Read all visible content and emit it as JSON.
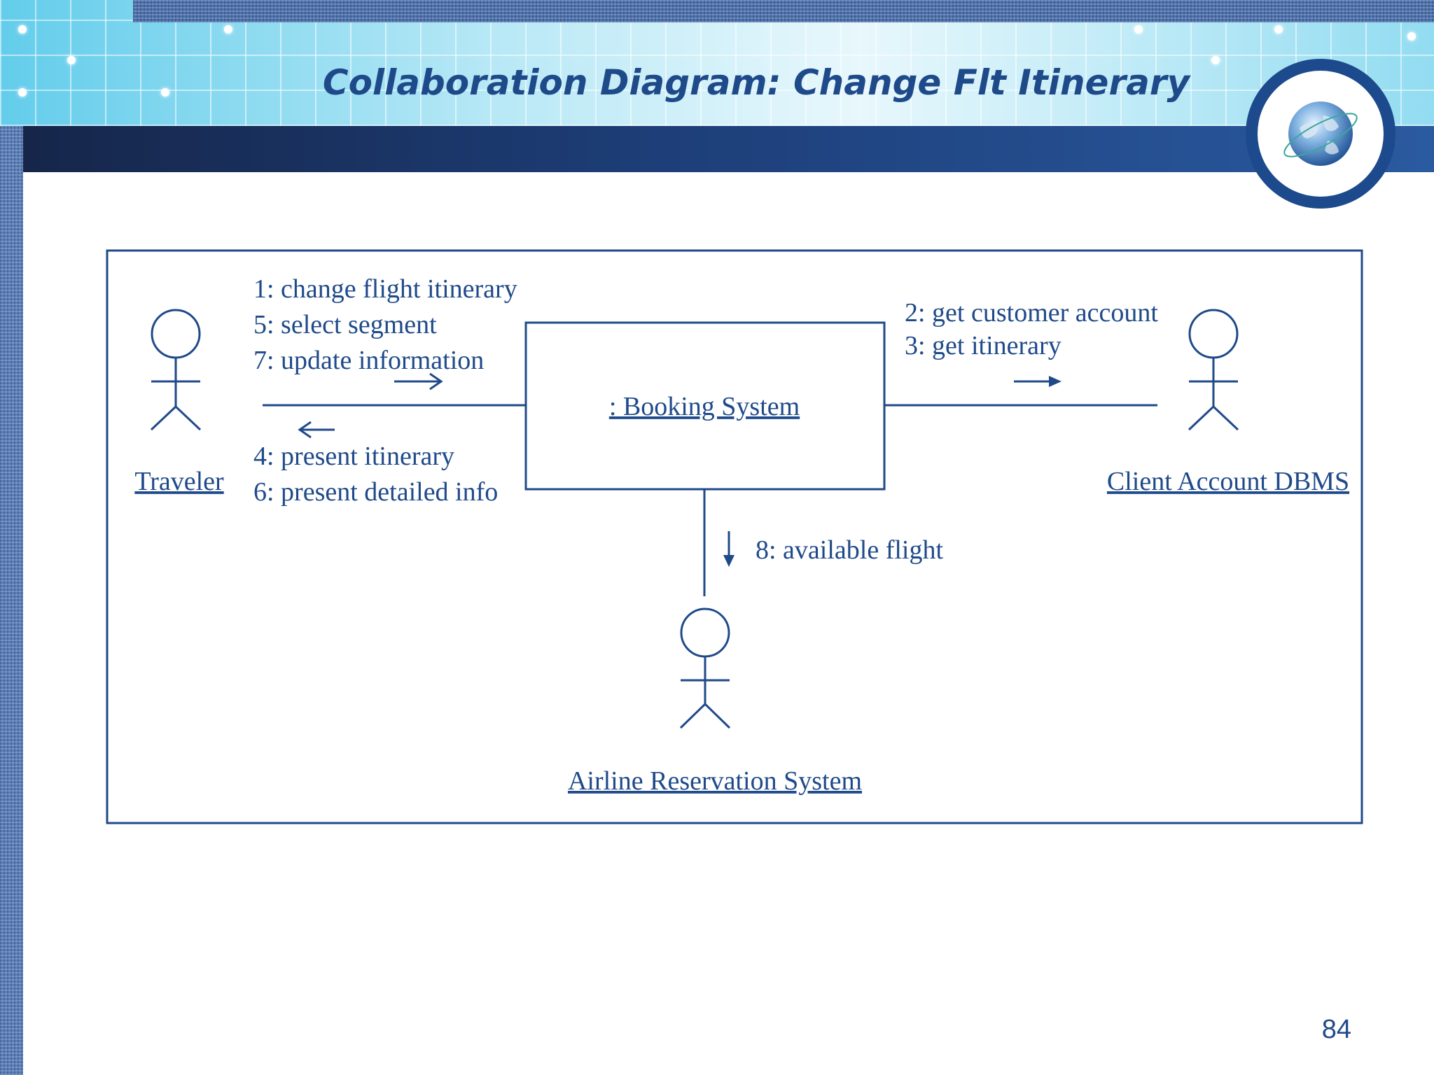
{
  "slide": {
    "title": "Collaboration Diagram: Change Flt Itinerary",
    "page_number": "84",
    "logo_icon": "globe-icon"
  },
  "diagram": {
    "traveler_label": "Traveler",
    "client_label": "Client Account DBMS",
    "airline_label": "Airline Reservation System",
    "booking_label": ": Booking System",
    "messages_traveler_to_booking": [
      "1: change flight itinerary",
      "5: select segment",
      "7: update information"
    ],
    "messages_booking_to_traveler": [
      "4: present itinerary",
      "6: present detailed info"
    ],
    "messages_booking_to_client": [
      "2: get customer account",
      "3: get itinerary"
    ],
    "messages_booking_to_airline": [
      "8: available flight"
    ]
  },
  "colors": {
    "ink": "#1f4a8a",
    "header_cyan": "#63cdeb",
    "dark_bar": "#16264a",
    "texture_blue": "#5b7fb8"
  }
}
